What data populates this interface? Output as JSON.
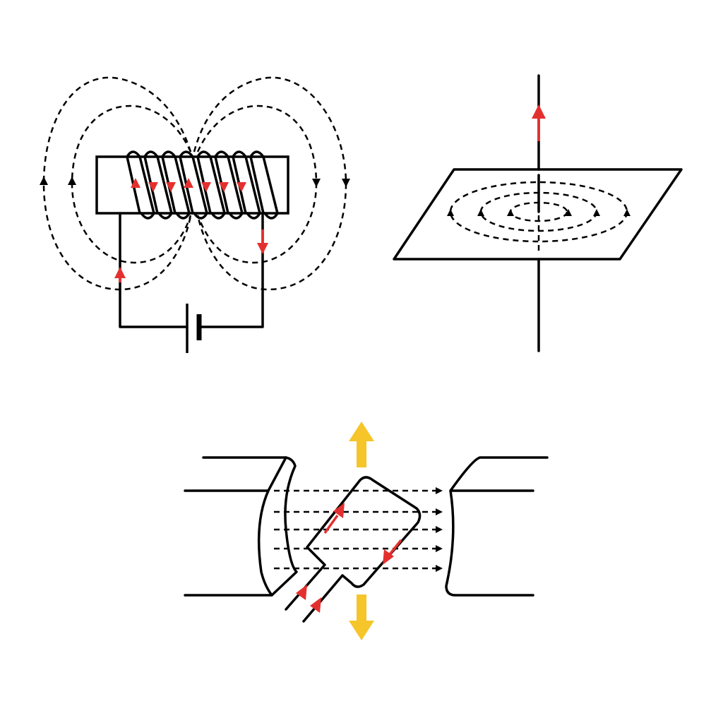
{
  "colors": {
    "wire": "#000000",
    "current_arrow": "#e3302f",
    "force_arrow": "#f5c52a",
    "background": "#ffffff"
  },
  "panels": [
    {
      "id": "solenoid-field",
      "elements": [
        "solenoid-core",
        "coil",
        "battery",
        "field-lines",
        "current-arrows"
      ]
    },
    {
      "id": "straight-wire-field",
      "elements": [
        "wire",
        "plane",
        "circular-field-lines",
        "current-arrow"
      ]
    },
    {
      "id": "motor-effect",
      "elements": [
        "magnet-poles",
        "field-lines",
        "wire-loop",
        "current-arrows",
        "force-arrows"
      ]
    }
  ]
}
